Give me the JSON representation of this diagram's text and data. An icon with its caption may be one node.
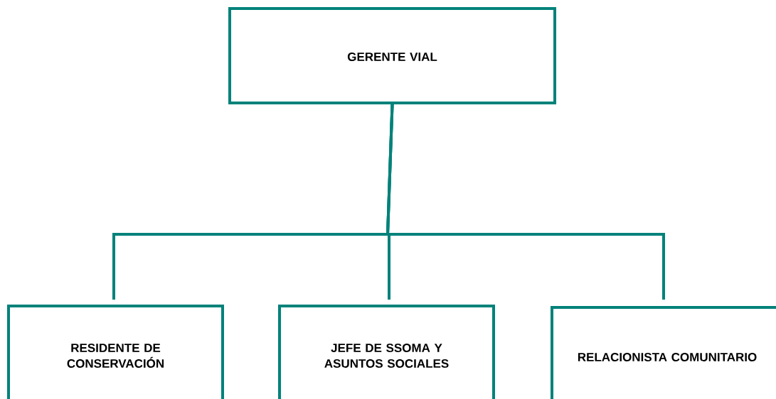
{
  "diagram": {
    "nodes": [
      {
        "text": [
          "GERENTE VIAL"
        ]
      },
      {
        "text": [
          "RESIDENTE DE CONSERVACIÓN"
        ]
      },
      {
        "text": [
          "JEFE DE SSOMA Y ASUNTOS SOCIALES"
        ]
      },
      {
        "text": [
          "RELACIONISTA COMUNITARIO"
        ]
      }
    ],
    "edges": [
      {
        "from": 0,
        "to": 1,
        "arrow": "none"
      },
      {
        "from": 0,
        "to": 2,
        "arrow": "none"
      },
      {
        "from": 0,
        "to": 3,
        "arrow": "none"
      }
    ]
  }
}
